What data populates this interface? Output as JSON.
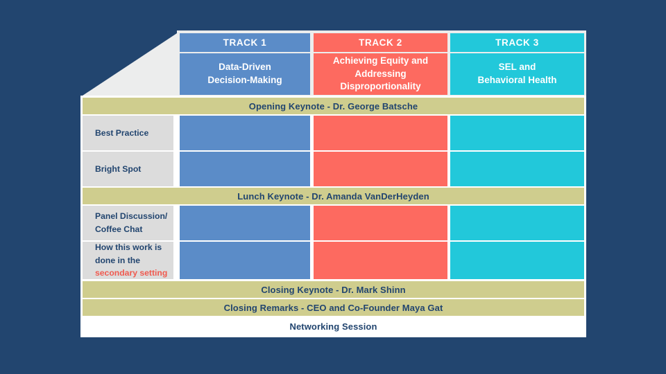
{
  "theme": {
    "background": "#22456f",
    "card_bg": "#ffffff",
    "wedge_bg": "#eceded",
    "track1_color": "#5b8cc8",
    "track2_color": "#fd6a60",
    "track3_color": "#22c8da",
    "band_color": "#cfcd8e",
    "row_label_bg": "#dcdcdc",
    "text_navy": "#22456f",
    "highlight_red": "#f05a4f"
  },
  "tracks": [
    {
      "tab": "TRACK 1",
      "title": "Data-Driven\nDecision-Making",
      "title_lines": [
        "Data-Driven",
        "Decision-Making"
      ]
    },
    {
      "tab": "TRACK 2",
      "title": "Achieving Equity and Addressing Disproportionality",
      "title_lines": [
        "Achieving Equity and",
        "Addressing",
        "Disproportionality"
      ]
    },
    {
      "tab": "TRACK 3",
      "title": "SEL and Behavioral Health",
      "title_lines": [
        "SEL and",
        "Behavioral Health"
      ]
    }
  ],
  "bands": {
    "opening_keynote": "Opening Keynote -  Dr. George Batsche",
    "lunch_keynote": "Lunch Keynote - Dr. Amanda VanDerHeyden",
    "closing_keynote": "Closing Keynote - Dr. Mark Shinn",
    "closing_remarks": "Closing Remarks - CEO and Co-Founder Maya Gat",
    "networking": "Networking Session"
  },
  "rows": [
    {
      "label_lines": [
        "Best Practice"
      ],
      "highlight_line": null
    },
    {
      "label_lines": [
        "Bright Spot"
      ],
      "highlight_line": null
    },
    {
      "label_lines": [
        "Panel Discussion/",
        "Coffee Chat"
      ],
      "highlight_line": null
    },
    {
      "label_lines": [
        "How this work is",
        "done in the"
      ],
      "highlight_line": "secondary setting"
    }
  ]
}
